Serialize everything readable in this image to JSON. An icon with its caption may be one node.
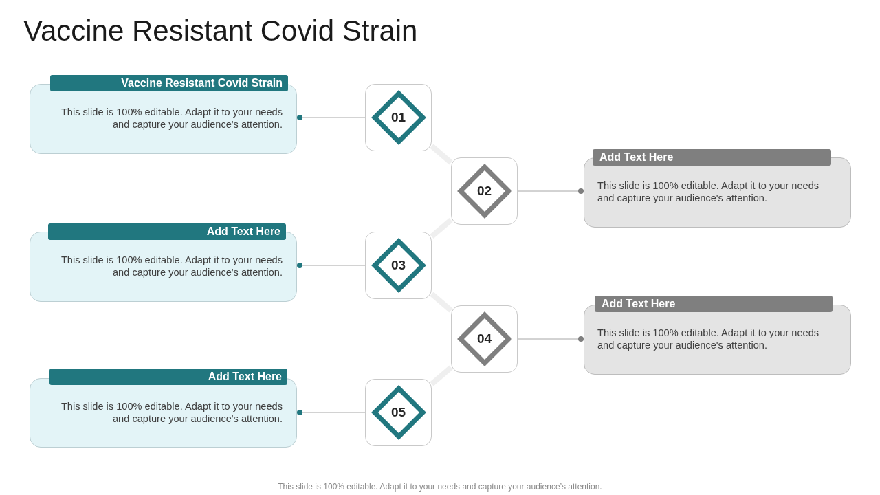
{
  "diagram": {
    "title": "Vaccine Resistant Covid Strain",
    "nodes": [
      {
        "text": [
          "Vaccine Resistant Covid Strain",
          "This slide is 100% editable. Adapt it to your needs and capture your audience's attention."
        ]
      },
      {
        "text": [
          "01"
        ]
      },
      {
        "text": [
          "02"
        ]
      },
      {
        "text": [
          "Add Text Here",
          "This slide is 100% editable. Adapt it to your needs and capture your audience's attention."
        ]
      },
      {
        "text": [
          "Add Text Here",
          "This slide is 100% editable. Adapt it to your needs and capture your audience's attention."
        ]
      },
      {
        "text": [
          "03"
        ]
      },
      {
        "text": [
          "04"
        ]
      },
      {
        "text": [
          "Add Text Here",
          "This slide is 100% editable. Adapt it to your needs and capture your audience's attention."
        ]
      },
      {
        "text": [
          "Add Text Here",
          "This slide is 100% editable. Adapt it to your needs and capture your audience's attention."
        ]
      },
      {
        "text": [
          "05"
        ]
      }
    ],
    "edges": [
      {
        "from": 1,
        "to": 0,
        "arrow": "other"
      },
      {
        "from": 1,
        "to": 2,
        "arrow": "none",
        "style": "thick",
        "color": "#efefef"
      },
      {
        "from": 2,
        "to": 3,
        "arrow": "other"
      },
      {
        "from": 2,
        "to": 5,
        "arrow": "none",
        "style": "thick",
        "color": "#efefef"
      },
      {
        "from": 5,
        "to": 4,
        "arrow": "other"
      },
      {
        "from": 5,
        "to": 6,
        "arrow": "none",
        "style": "thick",
        "color": "#efefef"
      },
      {
        "from": 6,
        "to": 7,
        "arrow": "other"
      },
      {
        "from": 6,
        "to": 9,
        "arrow": "none",
        "style": "thick",
        "color": "#efefef"
      },
      {
        "from": 9,
        "to": 8,
        "arrow": "other"
      }
    ],
    "caption": "This slide is 100% editable. Adapt it to your needs and capture your audience’s attention."
  }
}
